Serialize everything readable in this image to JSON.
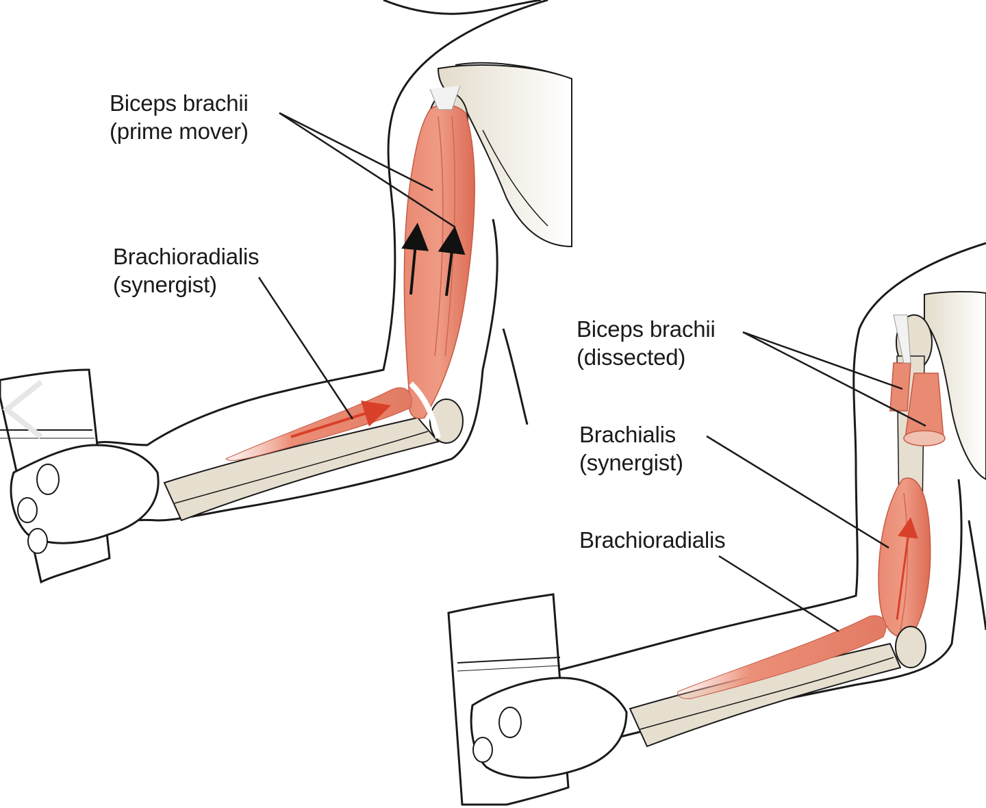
{
  "labels": {
    "left": {
      "biceps_line1": "Biceps brachii",
      "biceps_line2": "(prime mover)",
      "brachioradialis_line1": "Brachioradialis",
      "brachioradialis_line2": "(synergist)"
    },
    "right": {
      "biceps_line1": "Biceps brachii",
      "biceps_line2": "(dissected)",
      "brachialis_line1": "Brachialis",
      "brachialis_line2": "(synergist)",
      "brachioradialis_line1": "Brachioradialis"
    }
  },
  "colors": {
    "muscle": "#e8836c",
    "muscle_dark": "#d9604a",
    "bone": "#e6dfd0",
    "skin_outline": "#1a1a1a",
    "tendon": "#f2f2f2",
    "arrow_dark": "#111111",
    "arrow_red": "#d9402a",
    "leader_line": "#1a1a1a"
  },
  "icons": {
    "nav": "chevron-left-icon"
  }
}
